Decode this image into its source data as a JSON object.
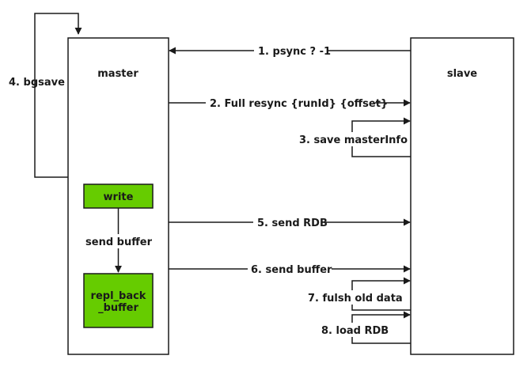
{
  "nodes": {
    "master": "master",
    "slave": "slave",
    "write": "write",
    "repl_line1": "repl_back",
    "repl_line2": "_buffer"
  },
  "edges": {
    "psync": "1. psync ? -1",
    "full_resync": "2. Full resync {runId} {offset}",
    "save_master_info": "3. save masterInfo",
    "bgsave": "4. bgsave",
    "send_rdb": "5. send RDB",
    "send_buffer_6": "6. send buffer",
    "flush_old_data": "7. fulsh old data",
    "load_rdb": "8. load RDB",
    "send_buffer_internal": "send buffer"
  },
  "colors": {
    "box_fill": "#ffffff",
    "green_fill": "#66cc00",
    "stroke": "#1a1a1a"
  }
}
